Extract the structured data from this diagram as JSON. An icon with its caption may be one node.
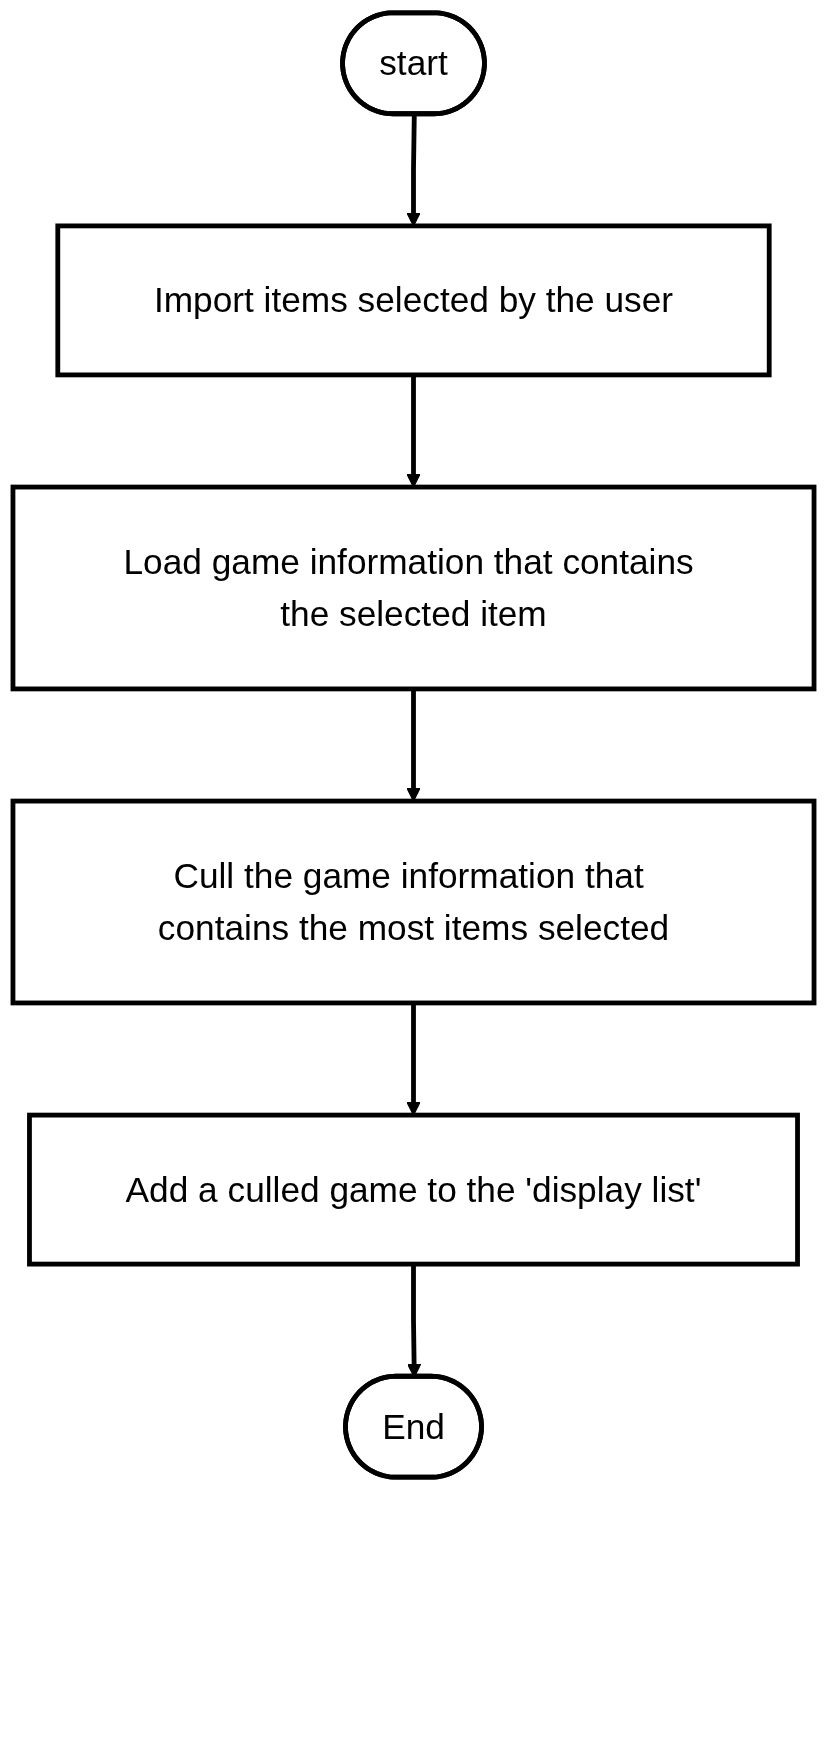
{
  "diagram": {
    "nodes": [
      {
        "text": [
          "start"
        ]
      },
      {
        "text": [
          "Import items selected by the user"
        ]
      },
      {
        "text": [
          "Load game information that contains the selected item"
        ]
      },
      {
        "text": [
          "Cull the game information that contains the most items selected"
        ]
      },
      {
        "text": [
          "Add a culled game to the 'display list'"
        ]
      },
      {
        "text": [
          "End"
        ]
      }
    ],
    "edges": [
      {
        "from": 0,
        "to": 1,
        "arrow": "to"
      },
      {
        "from": 1,
        "to": 2,
        "arrow": "to"
      },
      {
        "from": 2,
        "to": 3,
        "arrow": "to"
      },
      {
        "from": 3,
        "to": 4,
        "arrow": "to"
      },
      {
        "from": 4,
        "to": 5,
        "arrow": "to"
      }
    ]
  }
}
